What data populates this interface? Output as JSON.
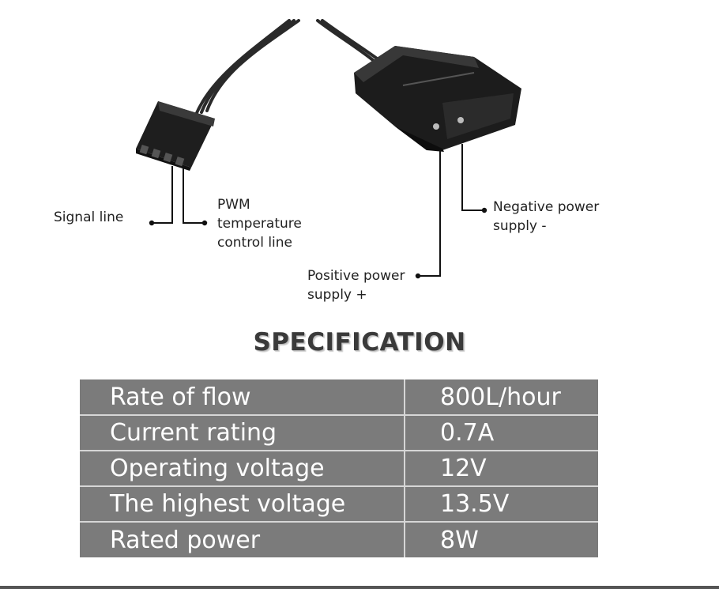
{
  "callouts": {
    "signal_line": "Signal line",
    "pwm": [
      "PWM",
      "temperature",
      "control line"
    ],
    "negative": [
      "Negative power",
      "supply -"
    ],
    "positive": [
      "Positive power",
      "supply +"
    ]
  },
  "spec_title": "SPECIFICATION",
  "spec_rows": [
    {
      "label": "Rate of flow",
      "value": "800L/hour"
    },
    {
      "label": "Current rating",
      "value": "0.7A"
    },
    {
      "label": "Operating voltage",
      "value": "12V"
    },
    {
      "label": "The highest voltage",
      "value": "13.5V"
    },
    {
      "label": "Rated power",
      "value": "8W"
    }
  ],
  "colors": {
    "table_bg": "#7b7b7b",
    "table_divider": "#d6d6d6",
    "connector": "#1c1c1c"
  }
}
